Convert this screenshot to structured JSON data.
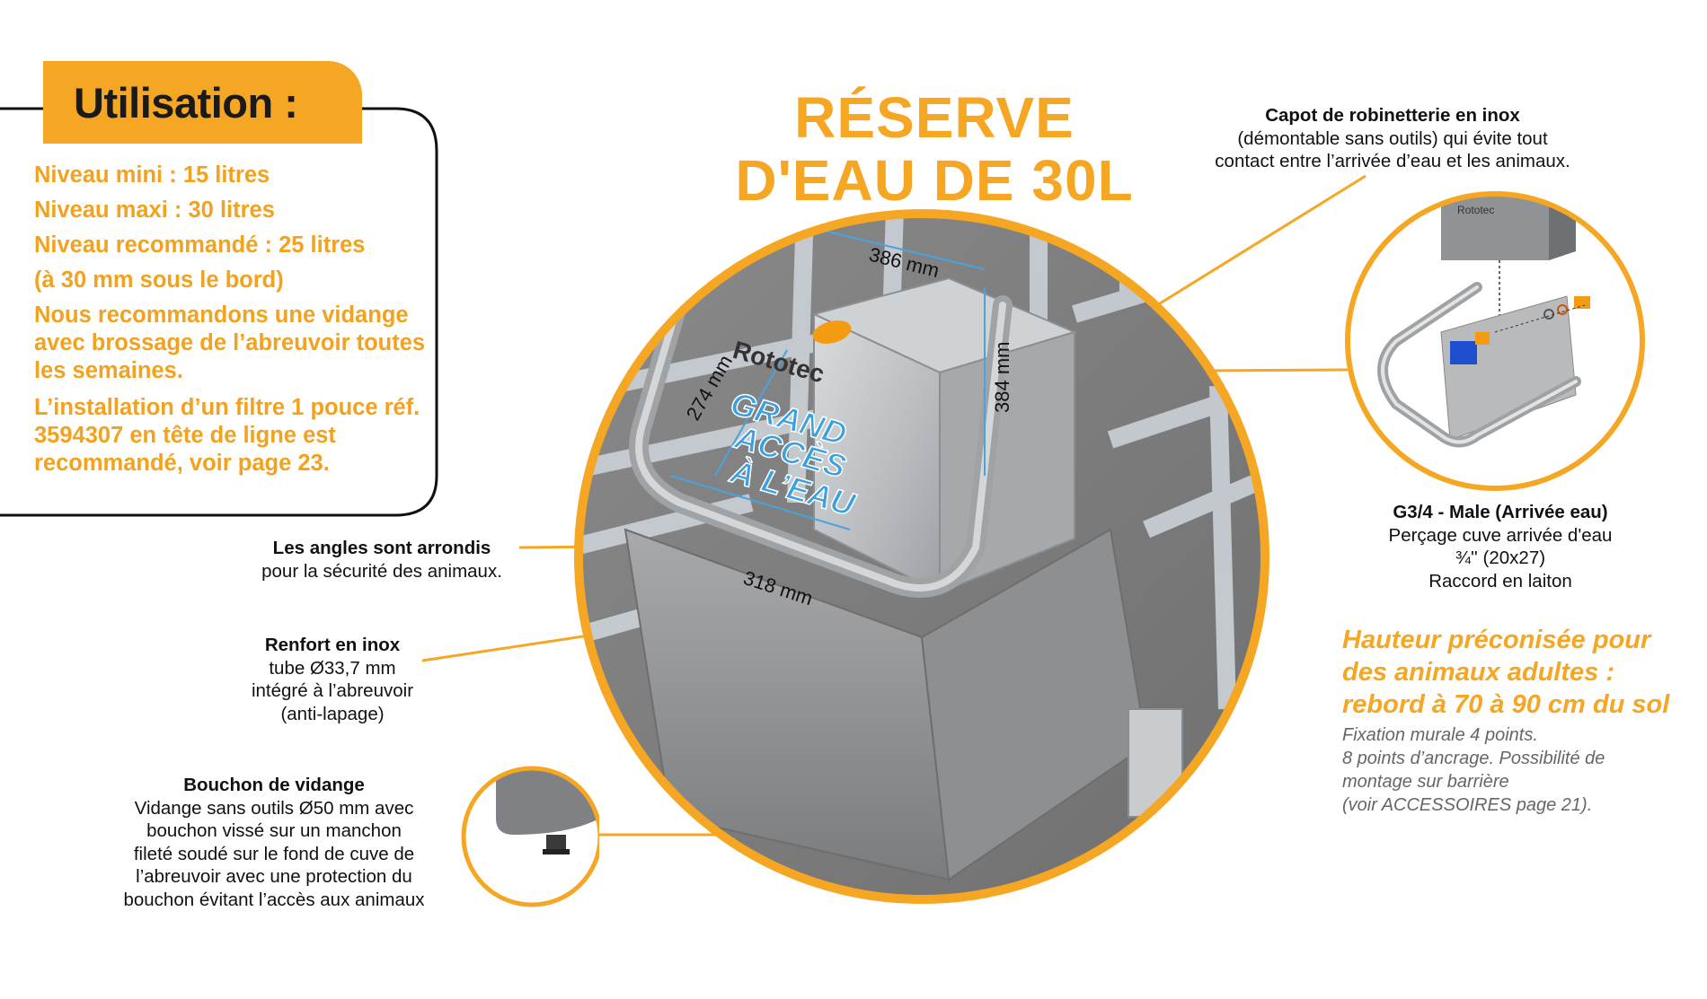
{
  "utilisation": {
    "title": "Utilisation :",
    "lines": [
      "Niveau mini : 15 litres",
      "Niveau maxi : 30 litres",
      "Niveau recommandé : 25 litres",
      "(à 30 mm sous le bord)",
      "Nous recommandons une vidange avec brossage de l’abreuvoir toutes les semaines.",
      "L’installation d’un filtre 1 pouce réf. 3594307 en tête de ligne est recommandé, voir page 23."
    ]
  },
  "headline": {
    "line1": "RÉSERVE",
    "line2": "D'EAU DE 30L"
  },
  "capot": {
    "title": "Capot de robinetterie en inox",
    "text1": "(démontable sans outils) qui évite tout",
    "text2": "contact entre l’arrivée d’eau et les animaux."
  },
  "angles": {
    "title": "Les angles sont arrondis",
    "text": "pour la sécurité des animaux."
  },
  "renfort": {
    "title": "Renfort en inox",
    "l1": "tube Ø33,7 mm",
    "l2": "intégré à l’abreuvoir",
    "l3": "(anti-lapage)"
  },
  "bouchon": {
    "title": "Bouchon de vidange",
    "l1": "Vidange sans outils Ø50 mm avec",
    "l2": "bouchon vissé sur un manchon",
    "l3": "fileté soudé sur le fond de cuve de",
    "l4": "l’abreuvoir avec une protection du",
    "l5": "bouchon évitant l’accès aux animaux"
  },
  "g34": {
    "title": "G3/4 - Male (Arrivée eau)",
    "l1": "Perçage cuve arrivée d'eau",
    "l2": "¾'' (20x27)",
    "l3": "Raccord en laiton"
  },
  "hauteur": {
    "l1": "Hauteur préconisée pour",
    "l2": "des animaux adultes :",
    "l3": "rebord à 70 à 90 cm du sol"
  },
  "fixation": {
    "l1": "Fixation murale 4 points.",
    "l2": "8 points d’ancrage. Possibilité de",
    "l3": "montage sur barrière",
    "l4": "(voir ACCESSOIRES page 21)."
  },
  "photo": {
    "brand": "Rototec",
    "badge1": "GRAND",
    "badge2": "ACCÈS",
    "badge3": "À L’EAU",
    "dim_top": "386 mm",
    "dim_diag": "274 mm",
    "dim_front": "318 mm",
    "dim_height": "384 mm",
    "inset_brand": "Rototec"
  },
  "colors": {
    "accent": "#f5a623",
    "dimension": "#4aa3df",
    "badge": "#3aa0e0"
  }
}
